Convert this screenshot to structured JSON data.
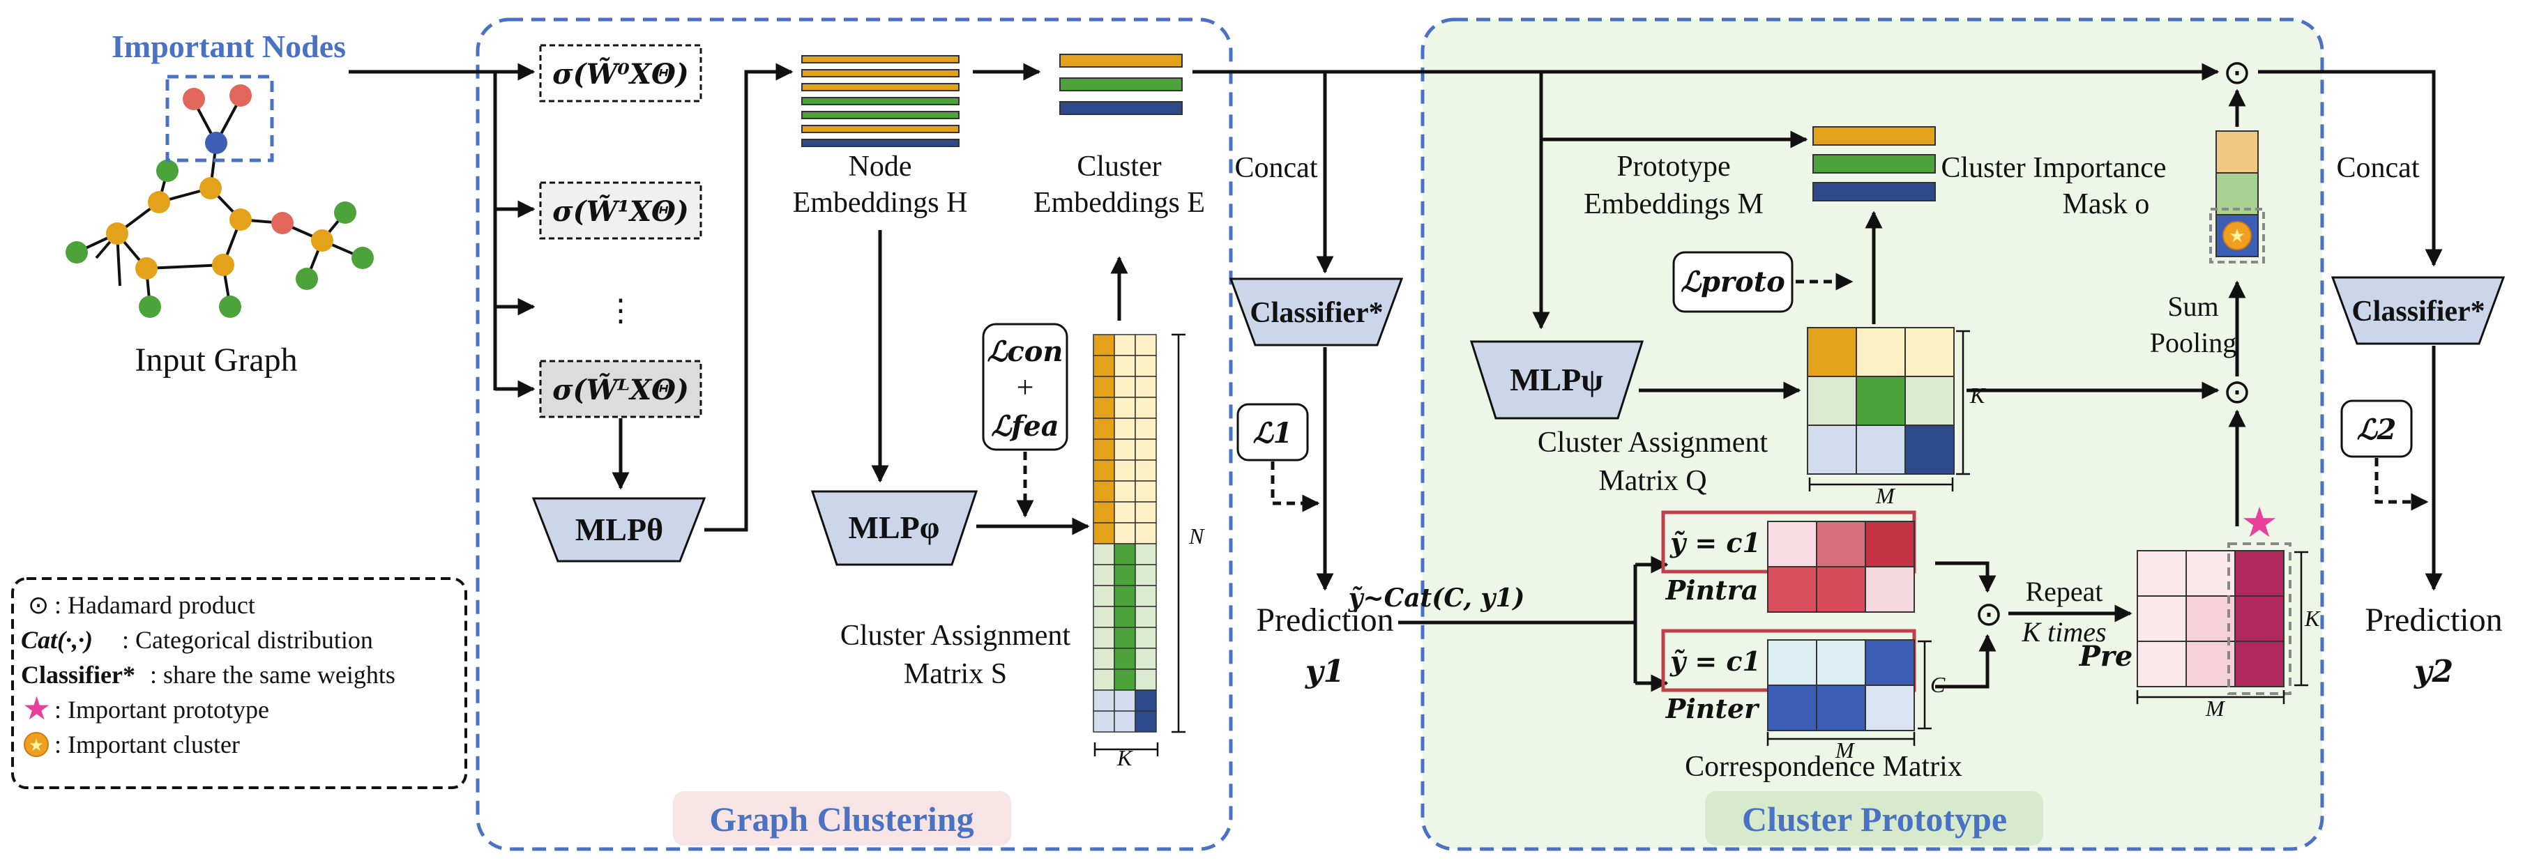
{
  "left_graph": {
    "title": "Important Nodes",
    "caption": "Input Graph"
  },
  "legend": {
    "items": [
      {
        "symbol": "⊙",
        "text": ": Hadamard product"
      },
      {
        "symbol": "Cat(·,·)",
        "text": ": Categorical distribution"
      },
      {
        "symbol": "Classifier*",
        "text": ": share the same weights"
      },
      {
        "symbol": "★",
        "text": ": Important prototype"
      },
      {
        "symbol": "●",
        "text": ": Important cluster"
      }
    ]
  },
  "graph_clustering": {
    "section_label": "Graph Clustering",
    "gcn_layers": [
      "σ(W̃⁰XΘ)",
      "σ(W̃¹XΘ)",
      "⋮",
      "σ(W̃ᴸXΘ)"
    ],
    "mlp_theta": "MLPθ",
    "mlp_phi": "MLPφ",
    "node_emb_line1": "Node",
    "node_emb_line2": "Embeddings H",
    "cluster_emb_line1": "Cluster",
    "cluster_emb_line2": "Embeddings E",
    "loss_con": "ℒcon",
    "loss_plus": "+",
    "loss_fea": "ℒfea",
    "assign_line1": "Cluster Assignment",
    "assign_line2": "Matrix S",
    "dim_n": "N",
    "dim_k": "K"
  },
  "middle": {
    "concat1": "Concat",
    "classifier1": "Classifier*",
    "loss1": "ℒ1",
    "prediction1": "Prediction",
    "y1": "y1",
    "sampling": "ỹ~Cat(C, y1)"
  },
  "cluster_prototype": {
    "section_label": "Cluster Prototype",
    "proto_line1": "Prototype",
    "proto_line2": "Embeddings M",
    "loss_proto": "ℒproto",
    "mlp_psi": "MLPψ",
    "assign_q_line1": "Cluster Assignment",
    "assign_q_line2": "Matrix Q",
    "dim_k": "K",
    "dim_m": "M",
    "dim_c": "C",
    "y_eq_c1_a": "ỹ = c1",
    "y_eq_c1_b": "ỹ = c1",
    "p_intra": "Pintra",
    "p_inter": "Pinter",
    "corr_matrix": "Correspondence Matrix",
    "repeat_line1": "Repeat",
    "repeat_line2": "K times",
    "p_re": "Pre",
    "mask_line1": "Cluster Importance",
    "mask_line2": "Mask o",
    "sum_line1": "Sum",
    "sum_line2": "Pooling",
    "hadamard": "⊙"
  },
  "right": {
    "concat2": "Concat",
    "classifier2": "Classifier*",
    "loss2": "ℒ2",
    "prediction2": "Prediction",
    "y2": "y2"
  },
  "colors": {
    "orange": "#e3a21a",
    "green": "#4ba33a",
    "navy": "#2d4a8a",
    "light_yellow": "#fdf0c4",
    "light_green": "#dcebd0",
    "light_blue": "#d2dcef",
    "red_node": "#e0675a",
    "green_node": "#4ba33a",
    "orange_node": "#e3a21a",
    "blue_node": "#3c5fb5",
    "dashed_blue": "#4a72c4",
    "proto_bg": "#eef6e8",
    "gc_label_bg": "#f7e4e4",
    "cp_label_bg": "#ddeed2",
    "pink_star": "#e8409a",
    "crimson": "#b0285c"
  }
}
